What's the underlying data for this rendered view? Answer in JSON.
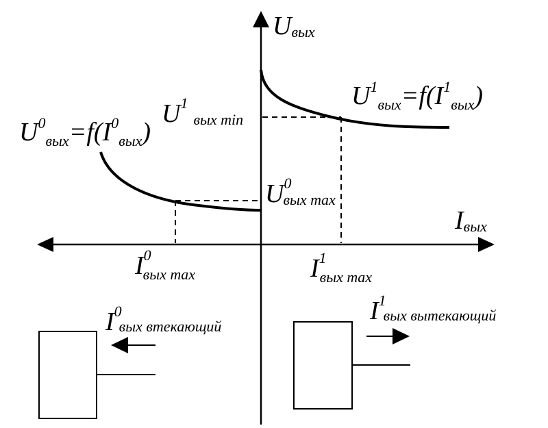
{
  "axes": {
    "y_label_main": "U",
    "y_label_sub": "вых",
    "x_label_main": "I",
    "x_label_sub": "вых"
  },
  "curve_high": {
    "label_main": "U",
    "label_sup": "1",
    "label_sub": "вых",
    "label_eq": "=f(I",
    "label_sup2": "1",
    "label_sub2": "вых",
    "label_close": ")"
  },
  "curve_low": {
    "label_main": "U",
    "label_sup": "0",
    "label_sub": "вых",
    "label_eq": "=f(I",
    "label_sup2": "0",
    "label_sub2": "вых",
    "label_close": ")"
  },
  "markers": {
    "u1_min": {
      "main": "U",
      "sup": "1",
      "sub": "вых min"
    },
    "u0_max": {
      "main": "U",
      "sup": "0",
      "sub": "вых max"
    },
    "i0_max": {
      "main": "I",
      "sup": "0",
      "sub": "вых max"
    },
    "i1_max": {
      "main": "I",
      "sup": "1",
      "sub": "вых max"
    }
  },
  "blocks": {
    "left": {
      "main": "I",
      "sup": "0",
      "sub": "вых втекающий"
    },
    "right": {
      "main": "I",
      "sup": "1",
      "sub": "вых вытекающий"
    }
  }
}
